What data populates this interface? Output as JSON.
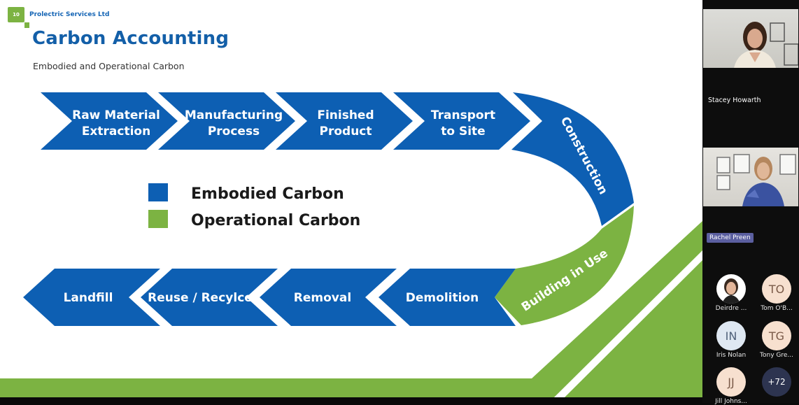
{
  "slide": {
    "logo_text": "10",
    "company": "Prolectric Services Ltd",
    "title": "Carbon Accounting",
    "subtitle": "Embodied and Operational Carbon",
    "top_row": [
      {
        "line1": "Raw Material",
        "line2": "Extraction"
      },
      {
        "line1": "Manufacturing",
        "line2": "Process"
      },
      {
        "line1": "Finished",
        "line2": "Product"
      },
      {
        "line1": "Transport",
        "line2": "to Site"
      }
    ],
    "curve_top_label": "Construction",
    "curve_bottom_label": "Building in Use",
    "bottom_row": [
      "Landfill",
      "Reuse / Recylce",
      "Removal",
      "Demolition"
    ],
    "legend": [
      {
        "label": "Embodied Carbon",
        "color": "#0d5fb3"
      },
      {
        "label": "Operational Carbon",
        "color": "#7cb342"
      }
    ]
  },
  "colors": {
    "embodied": "#0d5fb3",
    "operational": "#7cb342",
    "title": "#135fa8"
  },
  "call": {
    "speakers": [
      {
        "name": "Stacey Howarth"
      },
      {
        "name": "Rachel Preen"
      }
    ],
    "participants": [
      {
        "initials": "",
        "name": "Deirdre ...",
        "avatar": "photo"
      },
      {
        "initials": "TO",
        "name": "Tom O'B..."
      },
      {
        "initials": "IN",
        "name": "Iris Nolan"
      },
      {
        "initials": "TG",
        "name": "Tony Gre..."
      },
      {
        "initials": "JJ",
        "name": "Jill Johns..."
      },
      {
        "initials": "+72",
        "name": ""
      }
    ]
  }
}
